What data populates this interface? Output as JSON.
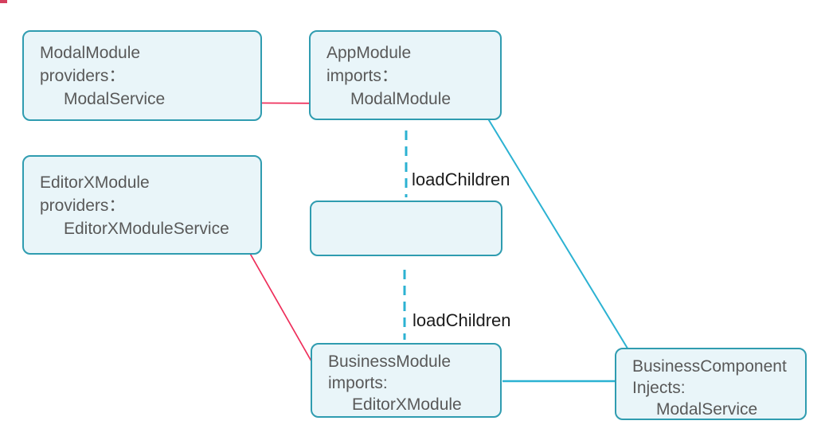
{
  "colors": {
    "box_fill": "#e9f5f9",
    "box_border": "#2f9cb0",
    "connector_teal": "#2cb2d2",
    "arrow_red": "#ee2e5a",
    "box_text": "#595959",
    "label_text": "#1b1b1b",
    "background": "#ffffff"
  },
  "boxes": [
    {
      "title": "ModalModule",
      "keyword": "providers：",
      "value": "ModalService"
    },
    {
      "title": "AppModule",
      "keyword": "imports：",
      "value": "ModalModule"
    },
    {
      "title": "EditorXModule",
      "keyword": "providers：",
      "value": "EditorXModuleService"
    },
    {
      "title": "",
      "keyword": "",
      "value": ""
    },
    {
      "title": "BusinessModule",
      "keyword": "imports:",
      "value": "EditorXModule"
    },
    {
      "title": "BusinessComponent",
      "keyword": "Injects:",
      "value": "ModalService"
    }
  ],
  "edge_labels": [
    {
      "text": "loadChildren"
    },
    {
      "text": "loadChildren"
    }
  ],
  "edges": [
    {
      "from": "ModalService (ModalModule providers)",
      "to": "ModalModule (AppModule imports)",
      "style": "red-solid-arrow"
    },
    {
      "from": "EditorXModuleService (EditorXModule providers)",
      "to": "imports (BusinessModule)",
      "style": "red-solid-arrow"
    },
    {
      "from": "AppModule",
      "to": "lazy-placeholder",
      "style": "teal-dashed",
      "label": "loadChildren"
    },
    {
      "from": "lazy-placeholder",
      "to": "BusinessModule",
      "style": "teal-dashed",
      "label": "loadChildren"
    },
    {
      "from": "AppModule",
      "to": "ModalService (BusinessComponent)",
      "style": "teal-double-arrow"
    },
    {
      "from": "BusinessModule",
      "to": "BusinessComponent",
      "style": "teal-line"
    }
  ]
}
